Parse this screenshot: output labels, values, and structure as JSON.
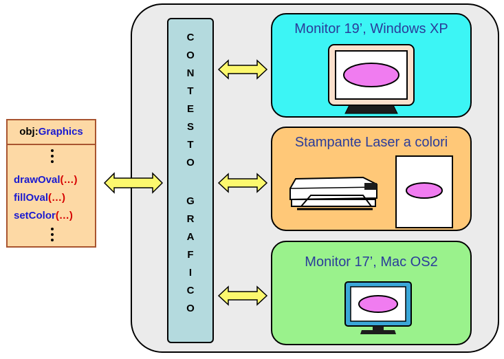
{
  "context_label": [
    "C",
    "O",
    "N",
    "T",
    "E",
    "S",
    "T",
    "O",
    " ",
    "G",
    "R",
    "A",
    "F",
    "I",
    "C",
    "O"
  ],
  "object": {
    "prefix": "obj:",
    "class_name": "Graphics",
    "methods": [
      {
        "name": "drawOval",
        "args": "(…)"
      },
      {
        "name": "fillOval",
        "args": "(…)"
      },
      {
        "name": "setColor",
        "args": "(…)"
      }
    ]
  },
  "devices": [
    {
      "title": "Monitor 19’, Windows XP"
    },
    {
      "title": "Stampante Laser a colori"
    },
    {
      "title": "Monitor 17’, Mac OS2"
    }
  ],
  "colors": {
    "context_fill": "#b4dade",
    "monitor19_fill": "#3cf5f5",
    "printer_fill": "#ffc878",
    "monitor17_fill": "#9af28c",
    "oval_fill": "#f07cf0",
    "arrow_fill": "#fcf86e",
    "object_fill": "#fdd9a5",
    "method_name": "#1a1ad0",
    "method_args": "#d60000",
    "device_title": "#2a3c9a"
  },
  "icons": [
    "double-arrow-icon",
    "crt-monitor-icon",
    "laser-printer-icon",
    "paper-sheet-icon",
    "lcd-monitor-icon",
    "oval-shape-icon"
  ]
}
